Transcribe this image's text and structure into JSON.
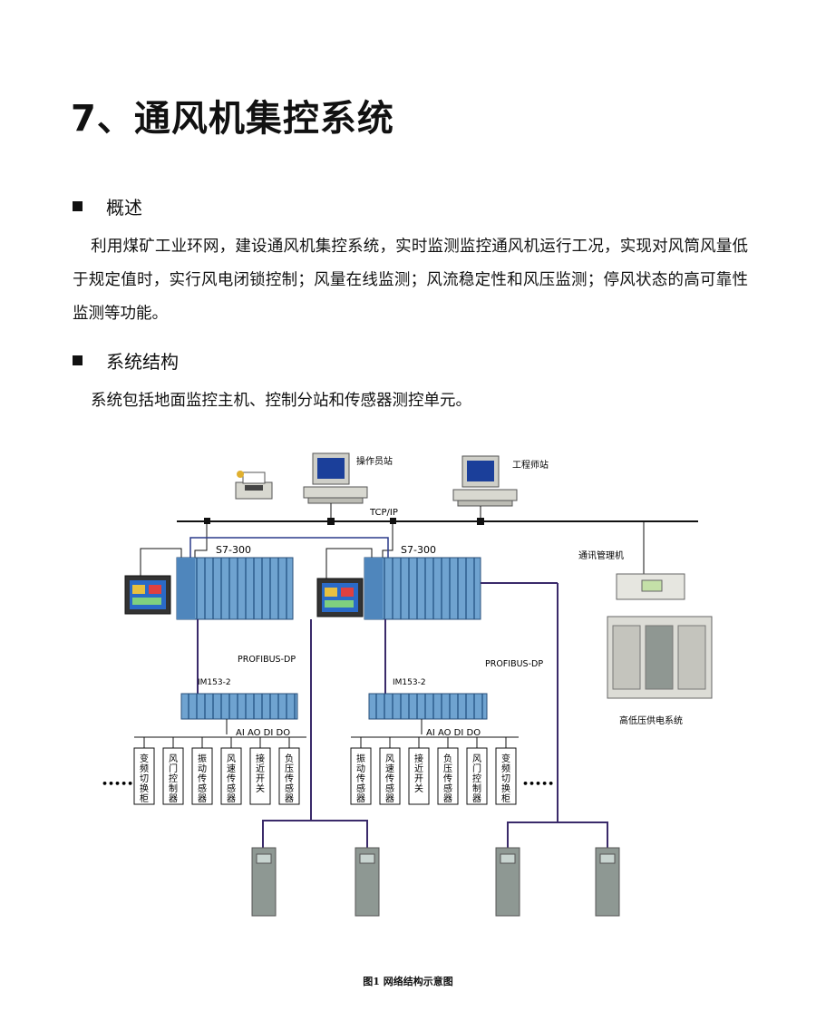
{
  "page": {
    "title": "7、通风机集控系统",
    "overview": {
      "heading": "概述",
      "text": "利用煤矿工业环网，建设通风机集控系统，实时监测监控通风机运行工况，实现对风筒风量低于规定值时，实行风电闭锁控制；风量在线监测；风流稳定性和风压监测；停风状态的高可靠性监测等功能。"
    },
    "structure": {
      "heading": "系统结构",
      "text": "系统包括地面监控主机、控制分站和传感器测控单元。"
    },
    "caption": "图1  网络结构示意图"
  },
  "diagram": {
    "operator_station": "操作员站",
    "engineer_station": "工程师站",
    "network": "TCP/IP",
    "comm_manager": "通讯管理机",
    "power_system": "高低压供电系统",
    "plc_left": "S7-300",
    "plc_right": "S7-300",
    "bus_left": "PROFIBUS-DP",
    "bus_right": "PROFIBUS-DP",
    "io_left": "IM153-2",
    "io_right": "IM153-2",
    "io_signals_left": "AI AO DI DO",
    "io_signals_right": "AI AO DI DO",
    "dots_left": "•••••",
    "dots_right": "•••••",
    "sensors_left": [
      "变频切换柜",
      "风门控制器",
      "振动传感器",
      "风速传感器",
      "接近开关",
      "负压传感器"
    ],
    "sensors_right": [
      "振动传感器",
      "风速传感器",
      "接近开关",
      "负压传感器",
      "风门控制器",
      "变频切换柜"
    ]
  }
}
